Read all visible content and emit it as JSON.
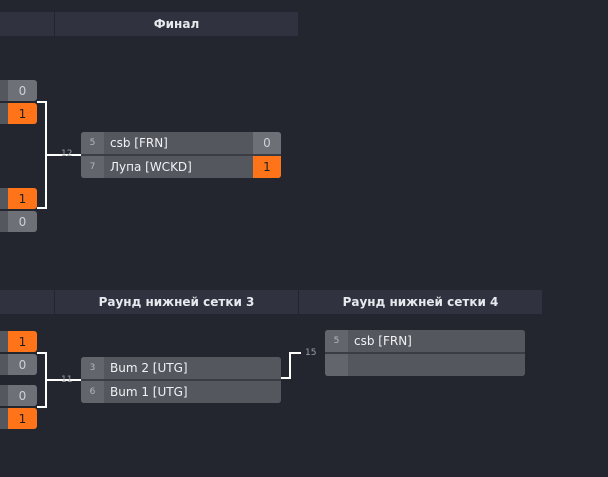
{
  "headers": {
    "final": "Финал",
    "lower_round_3": "Раунд нижней сетки 3",
    "lower_round_4": "Раунд нижней сетки 4"
  },
  "edge_scores": {
    "upper_a": "0",
    "upper_b": "1",
    "upper_c": "1",
    "upper_d": "0",
    "lower_a": "1",
    "lower_b": "0",
    "lower_c": "0",
    "lower_d": "1"
  },
  "match_12": {
    "number": "12",
    "top": {
      "seed": "5",
      "team": "csb [FRN]",
      "score": "0"
    },
    "bottom": {
      "seed": "7",
      "team": "Лупа [WCKD]",
      "score": "1"
    }
  },
  "match_11": {
    "number": "11",
    "top": {
      "seed": "3",
      "team": "Bum 2 [UTG]",
      "score": ""
    },
    "bottom": {
      "seed": "6",
      "team": "Bum 1 [UTG]",
      "score": ""
    }
  },
  "match_15": {
    "number": "15",
    "top": {
      "seed": "5",
      "team": "csb [FRN]",
      "score": ""
    },
    "bottom": {
      "seed": "",
      "team": "",
      "score": ""
    }
  },
  "colors": {
    "background": "#24262f",
    "header": "#30333f",
    "winner_score": "#ff7418",
    "row": "#55575f",
    "line": "#ffffff"
  }
}
